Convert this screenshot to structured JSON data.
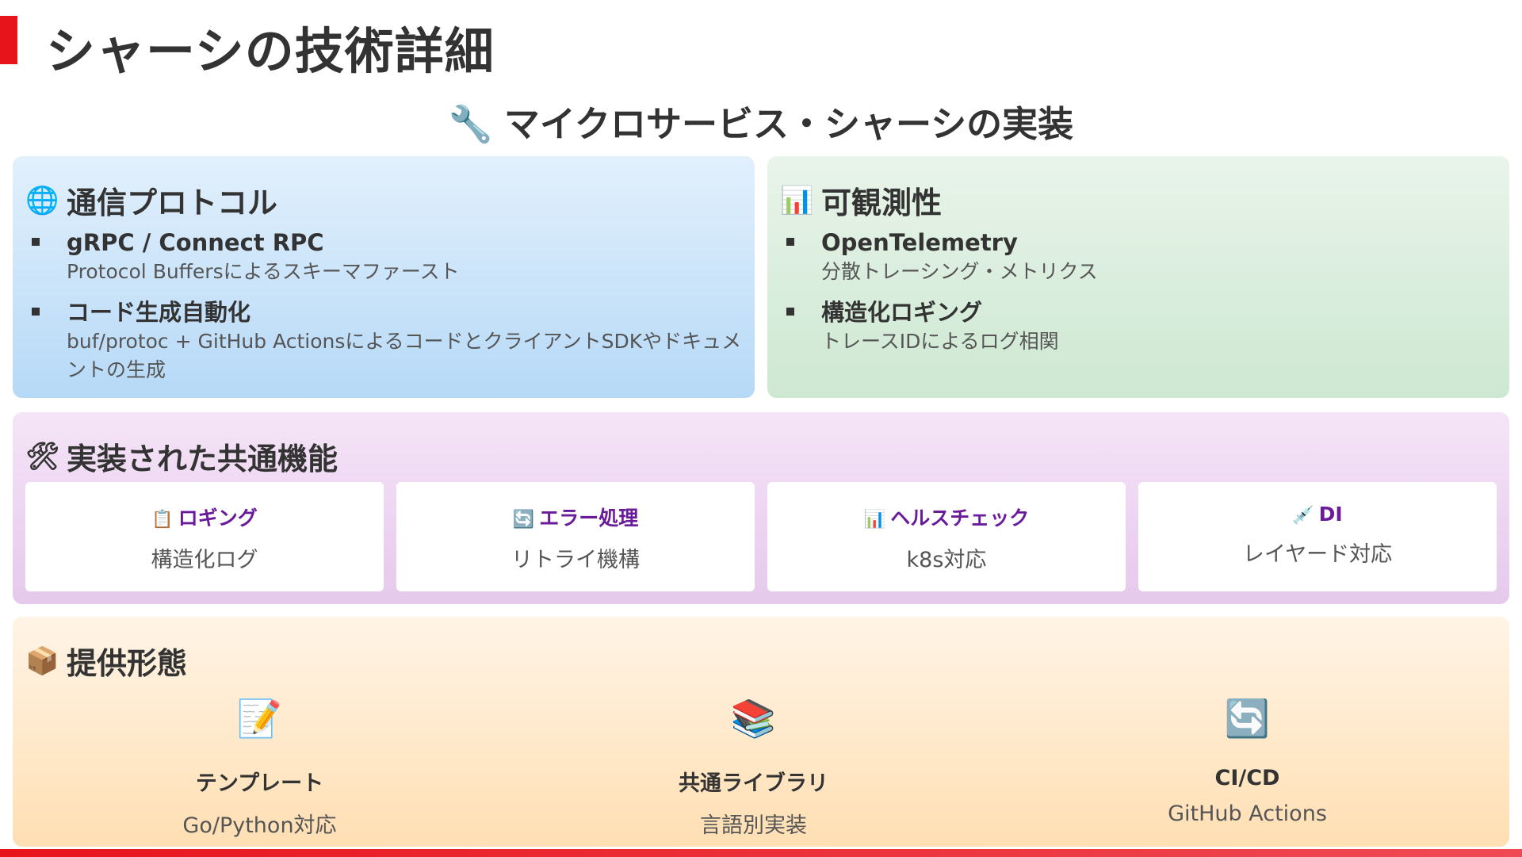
{
  "page": {
    "title": "シャーシの技術詳細",
    "subtitle": "マイクロサービス・シャーシの実装",
    "subtitle_icon": "🔧",
    "accent_color": "#e8141c"
  },
  "communication": {
    "heading": "通信プロトコル",
    "icon": "🌐",
    "items": [
      {
        "title": "gRPC / Connect RPC",
        "desc": "Protocol Buffersによるスキーマファースト"
      },
      {
        "title": "コード生成自動化",
        "desc": "buf/protoc + GitHub ActionsによるコードとクライアントSDKやドキュメントの生成"
      }
    ]
  },
  "observability": {
    "heading": "可観測性",
    "icon": "📊",
    "items": [
      {
        "title": "OpenTelemetry",
        "desc": "分散トレーシング・メトリクス"
      },
      {
        "title": "構造化ロギング",
        "desc": "トレースIDによるログ相関"
      }
    ]
  },
  "features": {
    "heading": "実装された共通機能",
    "icon": "🛠",
    "cards": [
      {
        "icon": "📋",
        "title": "ロギング",
        "desc": "構造化ログ"
      },
      {
        "icon": "🔄",
        "title": "エラー処理",
        "desc": "リトライ機構"
      },
      {
        "icon": "📊",
        "title": "ヘルスチェック",
        "desc": "k8s対応"
      },
      {
        "icon": "💉",
        "title": "DI",
        "desc": "レイヤード対応"
      }
    ]
  },
  "delivery": {
    "heading": "提供形態",
    "icon": "📦",
    "items": [
      {
        "icon": "📝",
        "title": "テンプレート",
        "desc": "Go/Python対応"
      },
      {
        "icon": "📚",
        "title": "共通ライブラリ",
        "desc": "言語別実装"
      },
      {
        "icon": "🔄",
        "title": "CI/CD",
        "desc": "GitHub Actions"
      }
    ]
  }
}
